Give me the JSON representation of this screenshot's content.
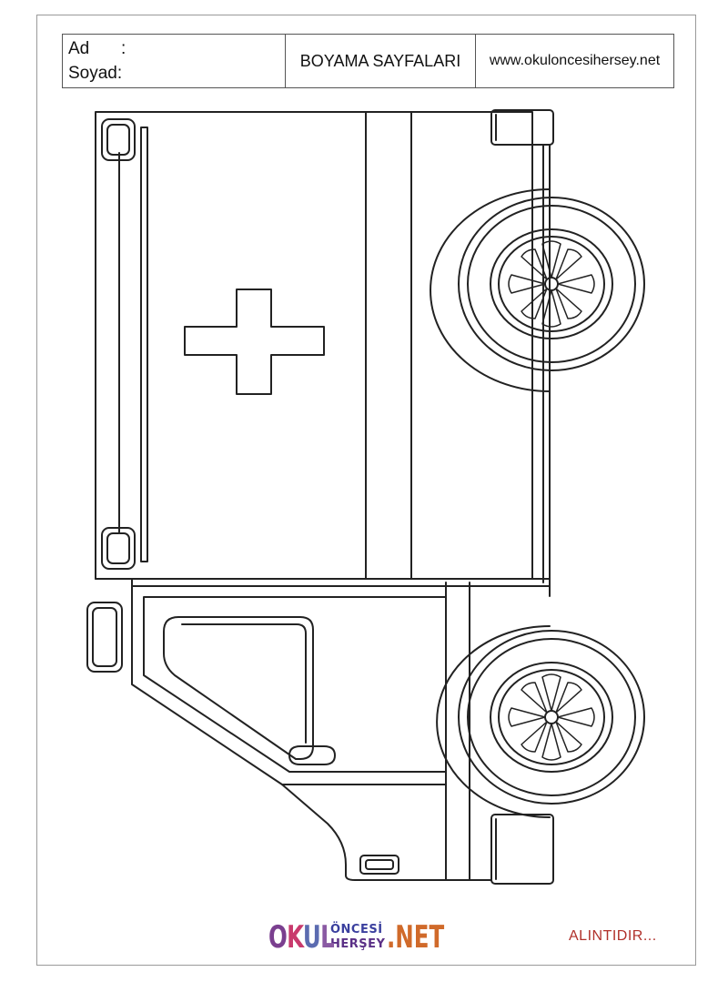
{
  "header": {
    "name_label": "Ad",
    "name_colon": ":",
    "surname_label": "Soyad:",
    "title": "BOYAMA SAYFALARI",
    "website": "www.okuloncesihersey.net"
  },
  "footer": {
    "logo_okul": [
      "O",
      "K",
      "U",
      "L"
    ],
    "logo_top": "ÖNCESİ",
    "logo_bottom": "HERŞEY",
    "logo_net": ".NET",
    "credit": "ALINTIDIR..."
  },
  "colors": {
    "line": "#222222",
    "frame": "#9a9a9a",
    "credit": "#b0302a"
  },
  "icons": [
    "ambulance-outline-drawing",
    "cross-symbol",
    "wheel"
  ]
}
